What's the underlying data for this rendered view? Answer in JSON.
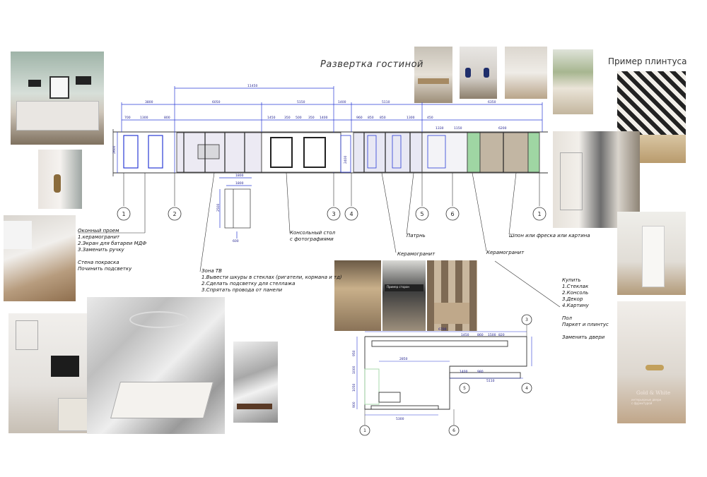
{
  "title": "Развертка гостиной",
  "baseboard_example": "Пример плинтуса",
  "elevation": {
    "total_dim": "11450",
    "segments": [
      "3800",
      "6050",
      "5150",
      "1400",
      "5110",
      "6350"
    ],
    "sub_dims": [
      "700",
      "1300",
      "800",
      "1450",
      "350",
      "500",
      "350",
      "1400",
      "960",
      "850",
      "850",
      "1300",
      "450",
      "1330",
      "1150",
      "6200"
    ],
    "height_dim": "2600",
    "inner_dim": "2400",
    "axes": [
      "1",
      "2",
      "3",
      "4",
      "5",
      "6",
      "1"
    ]
  },
  "detail": {
    "width_top": "1800",
    "width_mid": "1800",
    "height": "2500",
    "depth": "600"
  },
  "notes": {
    "window": "Оконный проем\n1.керамогранит\n2.Экран для батареи МДФ\n3.Заменить ручку\n\nСтена покраска\nПочинить подсветку",
    "tv": "Зона ТВ\n1.Вывести шкуры в стеклах (ригатели, кормана и тд)\n2.Сделать подсветку для стеллажа\n3.Спрятать провода от панели",
    "console": "Консольный стол\nс фотографиями",
    "pattern": "Патрнь",
    "ceramic1": "Керамогранит",
    "ceramic2": "Керамогранит",
    "wallpaper": "Шпон или фреска или картина",
    "buy": "Купить\n1.Стеклак\n2.Консоль\n3.Декор\n4.Картину\n\nПол\nПаркет и плинтус\n\nЗаменить двери"
  },
  "plan": {
    "top_dim": "6700",
    "left_dim": "2850",
    "bottom_dim": "5300",
    "right_dims": [
      "1400",
      "980",
      "5110"
    ],
    "top_small": [
      "1450",
      "860",
      "1500",
      "820"
    ],
    "left_stack": [
      "950",
      "1000",
      "1050",
      "900"
    ],
    "refs": [
      "3",
      "4",
      "5",
      "1",
      "6"
    ],
    "inset_label": "Пример сторон"
  },
  "watermark": {
    "brand": "Gold & White",
    "line": "интерьерные двери\nс фурнитурой"
  },
  "colors": {
    "dim_line": "#2a3bd6",
    "line": "#333333",
    "green": "#9fd6a3",
    "beige": "#c2b6a3"
  }
}
